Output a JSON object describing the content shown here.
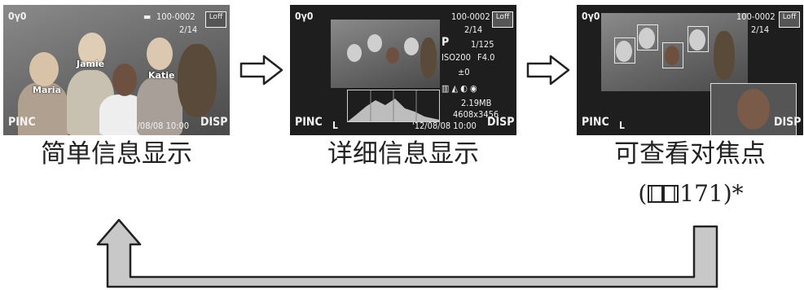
{
  "screens": {
    "simple": {
      "top_left": "0γ0",
      "card_icon": "▬",
      "file_no": "100-0002",
      "count": "2/14",
      "off_icon": "Loff",
      "names": [
        "Maria",
        "Jamie",
        "Katie"
      ],
      "bottom_left": "PINC",
      "datetime": "12/08/08  10:00",
      "bottom_right": "DISP"
    },
    "detailed": {
      "top_left": "0γ0",
      "file_no": "100-0002",
      "count": "2/14",
      "off_icon": "Loff",
      "mode": "P",
      "shutter": "1/125",
      "iso": "ISO200",
      "aperture": "F4.0",
      "exposure_comp": "±0",
      "file_size": "2.19MB",
      "resolution": "4608x3456",
      "bottom_left": "PINC",
      "quality": "L",
      "datetime": "'12/08/08   10:00",
      "bottom_right": "DISP"
    },
    "focus": {
      "top_left": "0γ0",
      "file_no": "100-0002",
      "count": "2/14",
      "off_icon": "Loff",
      "bottom_left": "PINC",
      "quality": "L",
      "bottom_right": "DISP"
    }
  },
  "captions": {
    "simple": "简单信息显示",
    "detailed": "详细信息显示",
    "focus": "可查看对焦点",
    "reference": "171)*"
  }
}
